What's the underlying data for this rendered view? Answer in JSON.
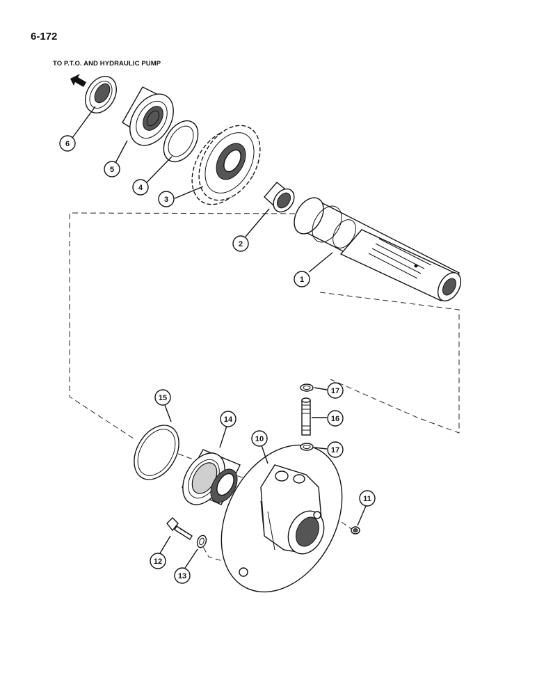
{
  "header": {
    "page_number": "6-172",
    "caption": "TO P.T.O. AND HYDRAULIC PUMP"
  },
  "callouts": [
    {
      "id": "1",
      "label": "1"
    },
    {
      "id": "2",
      "label": "2"
    },
    {
      "id": "3",
      "label": "3"
    },
    {
      "id": "4",
      "label": "4"
    },
    {
      "id": "5",
      "label": "5"
    },
    {
      "id": "6",
      "label": "6"
    },
    {
      "id": "10",
      "label": "10"
    },
    {
      "id": "11",
      "label": "11"
    },
    {
      "id": "12",
      "label": "12"
    },
    {
      "id": "13",
      "label": "13"
    },
    {
      "id": "14",
      "label": "14"
    },
    {
      "id": "15",
      "label": "15"
    },
    {
      "id": "16",
      "label": "16"
    },
    {
      "id": "17a",
      "label": "17"
    },
    {
      "id": "17b",
      "label": "17"
    }
  ]
}
